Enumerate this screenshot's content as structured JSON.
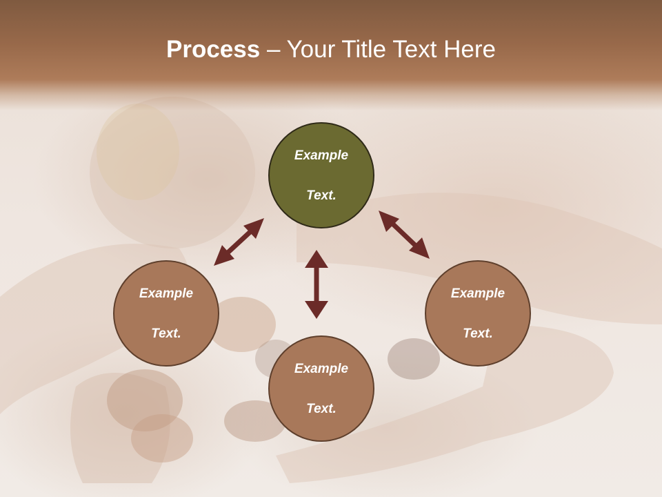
{
  "title": {
    "bold": "Process",
    "rest": " – Your Title Text Here"
  },
  "colors": {
    "header": "#98694a",
    "top_circle": "#6b6a31",
    "circle": "#a8785a",
    "arrow": "#6b2b28",
    "text": "#ffffff"
  },
  "nodes": {
    "top": {
      "line1": "Example",
      "line2": "Text."
    },
    "left": {
      "line1": "Example",
      "line2": "Text."
    },
    "right": {
      "line1": "Example",
      "line2": "Text."
    },
    "bottom": {
      "line1": "Example",
      "line2": "Text."
    }
  }
}
